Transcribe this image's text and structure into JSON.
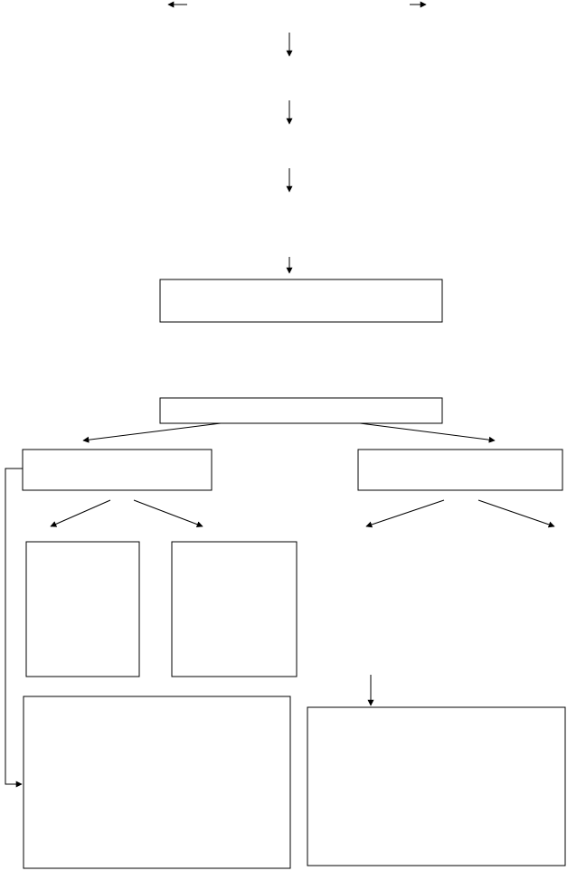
{
  "diagram": {
    "stroke_color": "#000000",
    "background_color": "#ffffff",
    "boxes": [
      {
        "id": "box-center-top",
        "text": ""
      },
      {
        "id": "box-center-middle",
        "text": ""
      },
      {
        "id": "box-left-branch",
        "text": ""
      },
      {
        "id": "box-right-branch",
        "text": ""
      },
      {
        "id": "box-left-sub-a",
        "text": ""
      },
      {
        "id": "box-left-sub-b",
        "text": ""
      },
      {
        "id": "box-left-bottom",
        "text": ""
      },
      {
        "id": "box-right-bottom",
        "text": ""
      }
    ]
  }
}
